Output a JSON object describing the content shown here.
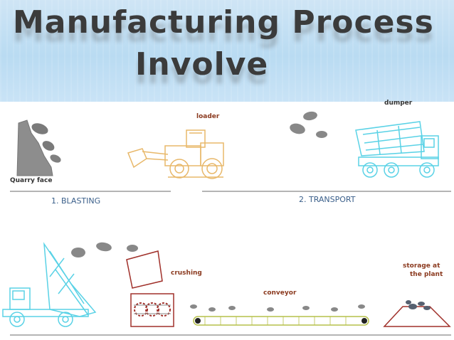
{
  "title": {
    "line1": "Manufacturing Process",
    "line2": "Involve"
  },
  "diagram": {
    "labels": {
      "quarry_face": "Quarry face",
      "loader": "loader",
      "dumper": "dumper",
      "crushing": "crushing",
      "conveyor": "conveyor",
      "storage_line1": "storage at",
      "storage_line2": "the plant"
    },
    "steps": [
      {
        "label": "1. BLASTING"
      },
      {
        "label": "2. TRANSPORT"
      }
    ]
  },
  "colors": {
    "header_bg": "#bcdcf2",
    "title_text": "#3b3b3b",
    "loader_lines": "#e8b86a",
    "dumper_lines": "#5ad2e6",
    "crusher_lines": "#a0302a",
    "rock_gray": "#8a8a8a",
    "caption_blue": "#3a5f8a"
  }
}
